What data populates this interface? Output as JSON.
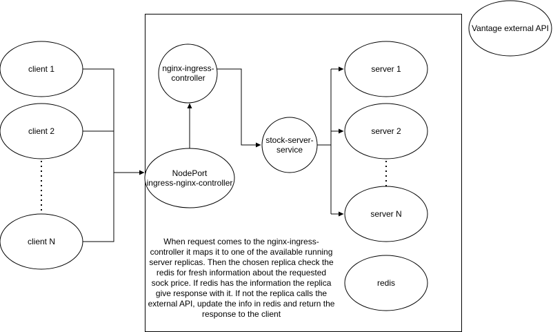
{
  "diagram": {
    "nodes": {
      "client_1": {
        "label": "client 1"
      },
      "client_2": {
        "label": "client 2"
      },
      "client_n": {
        "label": "client N"
      },
      "nodeport": {
        "label": "NodePort\ningress-nginx-controller"
      },
      "nginx_ingress": {
        "label": "nginx-ingress-\ncontroller"
      },
      "stock_service": {
        "label": "stock-server-\nservice"
      },
      "server_1": {
        "label": "server 1"
      },
      "server_2": {
        "label": "server 2"
      },
      "server_n": {
        "label": "server N"
      },
      "redis": {
        "label": "redis"
      },
      "vantage_api": {
        "label": "Vantage external API"
      }
    },
    "note": "When request comes to the nginx-ingress-controller it maps it to one of the available running server replicas. Then the chosen replica check the redis for fresh information about the requested sock price. If redis has the information the replica give response with it. If not the replica calls the external API, update the info in redis and return the response to the client",
    "edges": [
      {
        "from": "client_1",
        "to": "nodeport"
      },
      {
        "from": "client_2",
        "to": "nodeport"
      },
      {
        "from": "client_n",
        "to": "nodeport"
      },
      {
        "from": "nodeport",
        "to": "nginx_ingress"
      },
      {
        "from": "nginx_ingress",
        "to": "stock_service"
      },
      {
        "from": "stock_service",
        "to": "server_1"
      },
      {
        "from": "stock_service",
        "to": "server_2"
      },
      {
        "from": "stock_service",
        "to": "server_n"
      }
    ],
    "colors": {
      "stroke": "#000000",
      "fill": "#ffffff"
    }
  }
}
